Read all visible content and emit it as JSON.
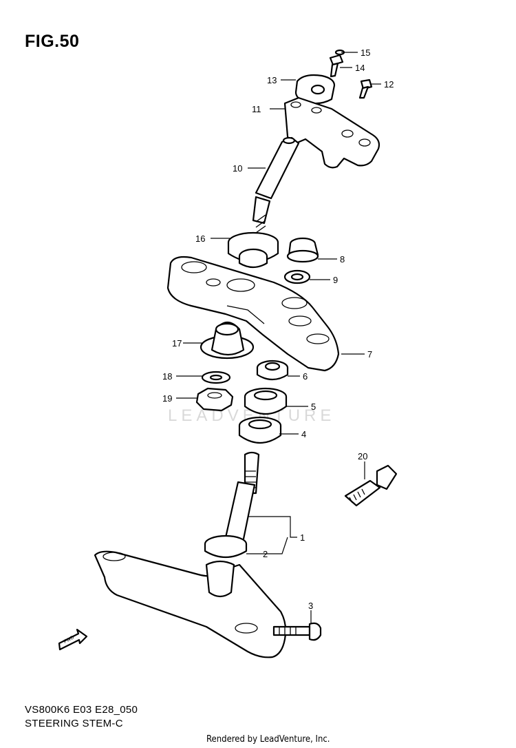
{
  "figure": {
    "title": "FIG.50"
  },
  "callouts": {
    "c1": "1",
    "c2": "2",
    "c3": "3",
    "c4": "4",
    "c5": "5",
    "c6": "6",
    "c7": "7",
    "c8": "8",
    "c9": "9",
    "c10": "10",
    "c11": "11",
    "c12": "12",
    "c13": "13",
    "c14": "14",
    "c15": "15",
    "c16": "16",
    "c17": "17",
    "c18": "18",
    "c19": "19",
    "c20": "20"
  },
  "fwd_arrow_label": "FWD",
  "watermark": "LEADVENTURE",
  "footer": {
    "model_code": "VS800K6 E03 E28_050",
    "section_name": "STEERING STEM-C"
  },
  "credit": "Rendered by LeadVenture, Inc."
}
